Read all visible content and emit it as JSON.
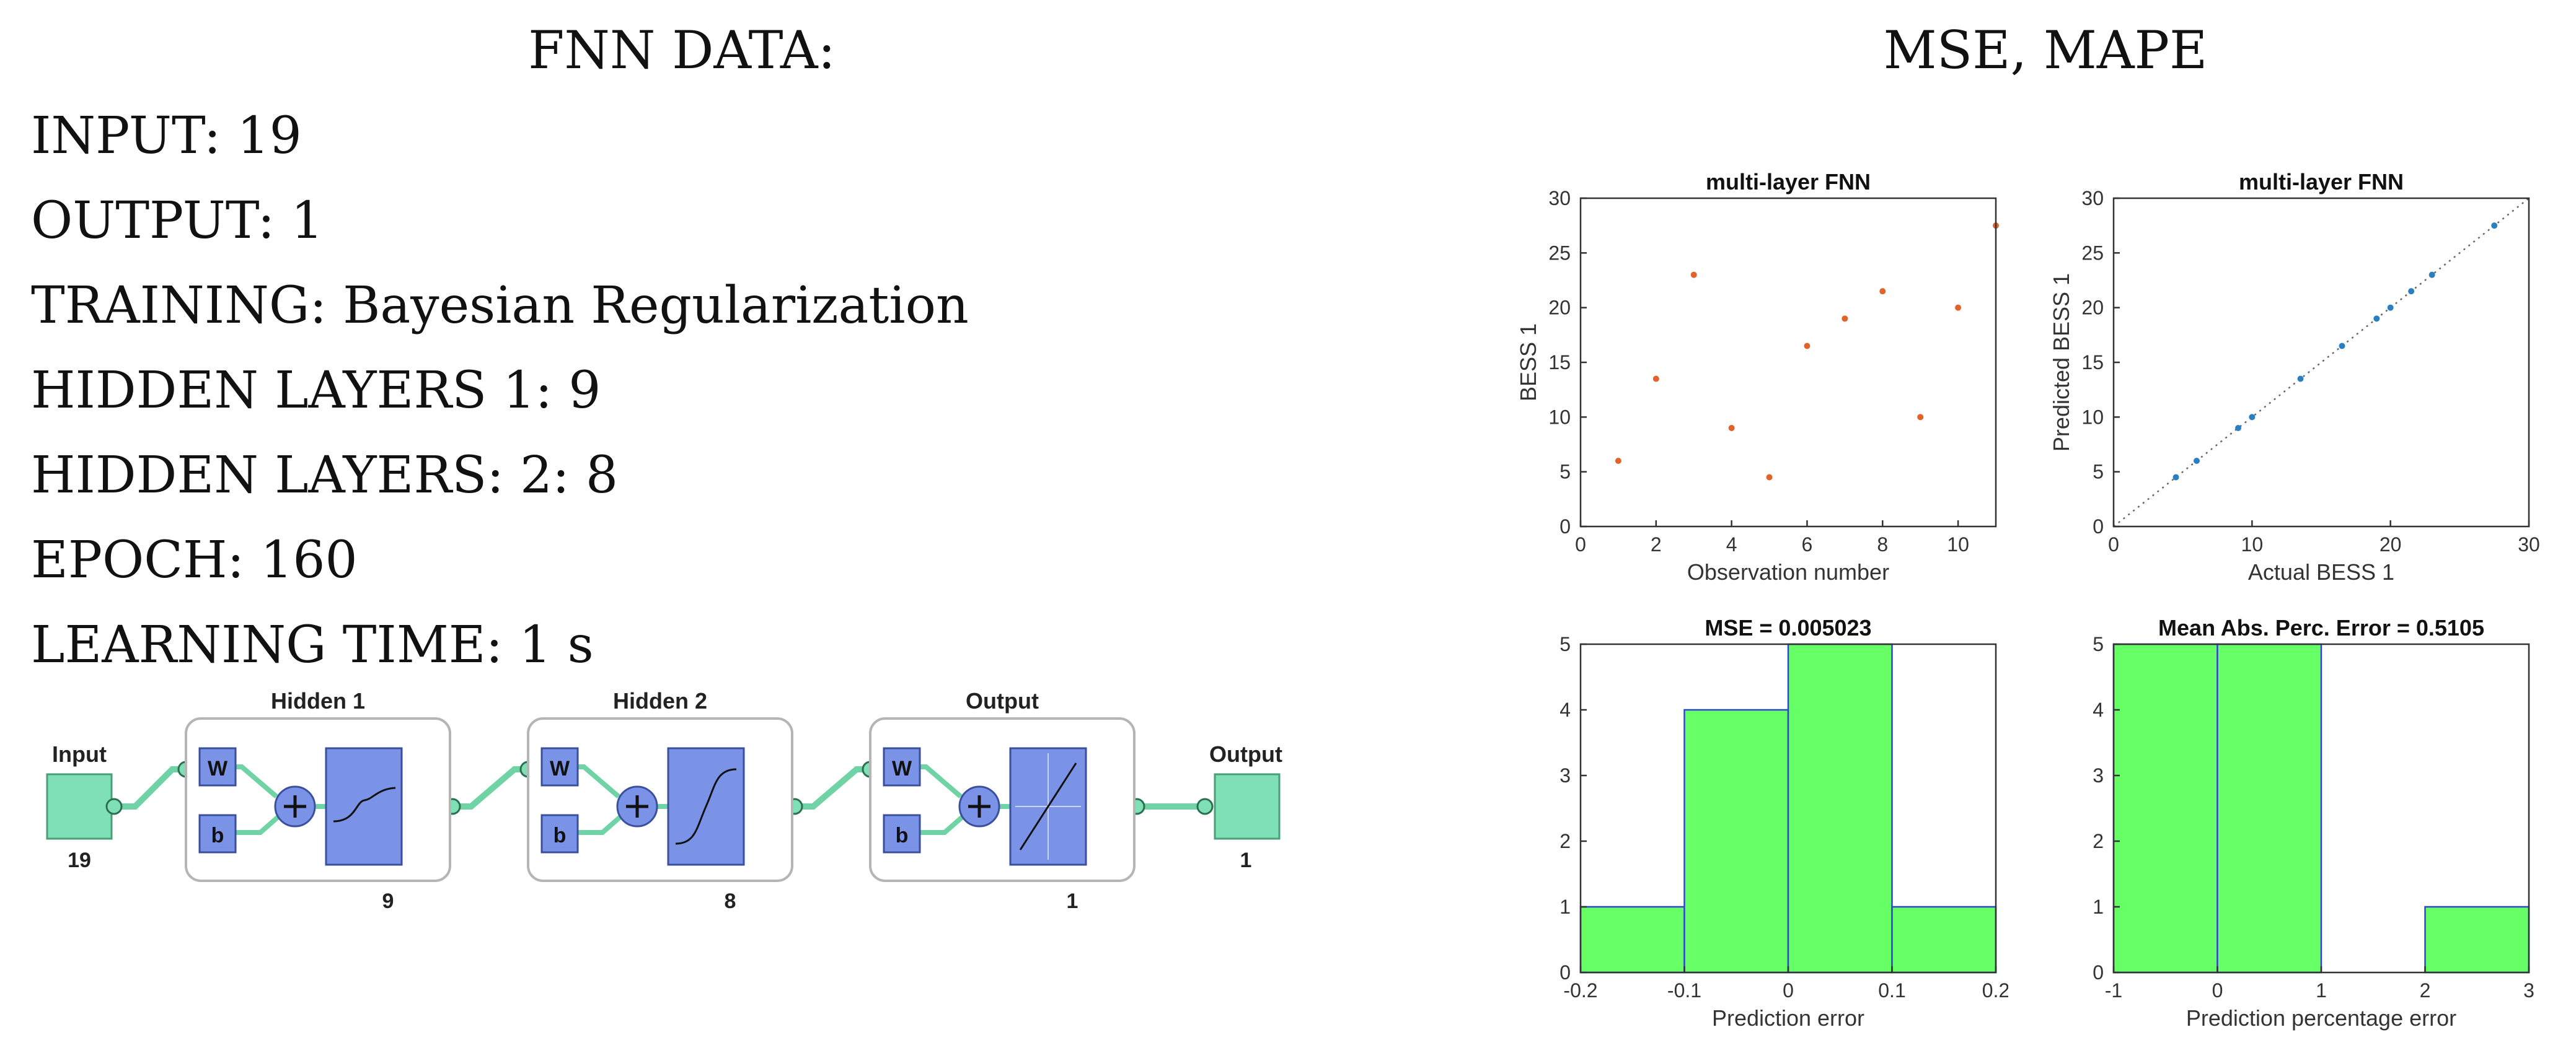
{
  "left_heading": "FNN DATA:",
  "right_heading": "MSE, MAPE",
  "specs": [
    "INPUT: 19",
    "OUTPUT: 1",
    "TRAINING: Bayesian Regularization",
    "HIDDEN LAYERS 1: 9",
    "HIDDEN LAYERS: 2: 8",
    "EPOCH: 160",
    "LEARNING TIME: 1 s"
  ],
  "network": {
    "input_label": "Input",
    "input_size": "19",
    "output_label": "Output",
    "output_size": "1",
    "weight_symbol": "W",
    "bias_symbol": "b",
    "layers": [
      {
        "name": "Hidden 1",
        "size": "9",
        "transfer": "sigmoid"
      },
      {
        "name": "Hidden 2",
        "size": "8",
        "transfer": "sigmoid"
      },
      {
        "name": "Output",
        "size": "1",
        "transfer": "linear"
      }
    ],
    "colors": {
      "block": "#7b93e6",
      "io": "#7ee0b4",
      "wire": "#6fd3a5",
      "frame": "#b5b5b5"
    }
  },
  "chart_data": [
    {
      "id": "scatter",
      "type": "scatter",
      "title": "multi-layer FNN",
      "xlabel": "Observation number",
      "ylabel": "BESS 1",
      "xlim": [
        0,
        11
      ],
      "ylim": [
        0,
        30
      ],
      "xticks": [
        0,
        2,
        4,
        6,
        8,
        10
      ],
      "yticks": [
        0,
        5,
        10,
        15,
        20,
        25,
        30
      ],
      "color": "#e2632a",
      "x": [
        1,
        2,
        3,
        4,
        5,
        6,
        7,
        8,
        9,
        10,
        11
      ],
      "y": [
        6,
        13.5,
        23,
        9,
        4.5,
        16.5,
        19,
        21.5,
        10,
        20,
        27.5
      ]
    },
    {
      "id": "regression",
      "type": "scatter",
      "title": "multi-layer FNN",
      "xlabel": "Actual BESS 1",
      "ylabel": "Predicted BESS 1",
      "xlim": [
        0,
        30
      ],
      "ylim": [
        0,
        30
      ],
      "xticks": [
        0,
        10,
        20,
        30
      ],
      "yticks": [
        0,
        5,
        10,
        15,
        20,
        25,
        30
      ],
      "color": "#2a7fc0",
      "identity_line": true,
      "x": [
        4.5,
        6,
        9,
        10,
        13.5,
        16.5,
        19,
        20,
        21.5,
        23,
        27.5
      ],
      "y": [
        4.5,
        6,
        9,
        10,
        13.5,
        16.5,
        19,
        20,
        21.5,
        23,
        27.5
      ]
    },
    {
      "id": "mse_hist",
      "type": "bar",
      "title": "MSE = 0.005023",
      "xlabel": "Prediction error",
      "ylabel": "",
      "xlim": [
        -0.2,
        0.2
      ],
      "ylim": [
        0,
        5
      ],
      "xticks": [
        -0.2,
        -0.1,
        0,
        0.1,
        0.2
      ],
      "yticks": [
        0,
        1,
        2,
        3,
        4,
        5
      ],
      "color": "#66ff66",
      "bins": [
        {
          "from": -0.2,
          "to": -0.1,
          "count": 1
        },
        {
          "from": -0.1,
          "to": 0,
          "count": 4
        },
        {
          "from": 0,
          "to": 0.1,
          "count": 5
        },
        {
          "from": 0.1,
          "to": 0.2,
          "count": 1
        }
      ]
    },
    {
      "id": "mape_hist",
      "type": "bar",
      "title": "Mean Abs. Perc. Error = 0.5105",
      "xlabel": "Prediction percentage error",
      "ylabel": "",
      "xlim": [
        -1,
        3
      ],
      "ylim": [
        0,
        5
      ],
      "xticks": [
        -1,
        0,
        1,
        2,
        3
      ],
      "yticks": [
        0,
        1,
        2,
        3,
        4,
        5
      ],
      "color": "#66ff66",
      "bins": [
        {
          "from": -1,
          "to": 0,
          "count": 5
        },
        {
          "from": 0,
          "to": 1,
          "count": 5
        },
        {
          "from": 1,
          "to": 2,
          "count": 0
        },
        {
          "from": 2,
          "to": 3,
          "count": 1
        }
      ]
    }
  ]
}
